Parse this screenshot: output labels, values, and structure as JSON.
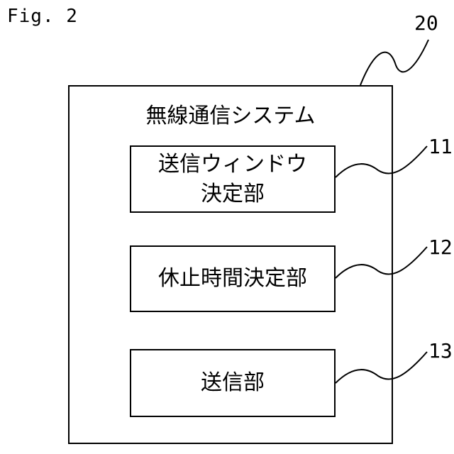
{
  "figure_label": "Fig. 2",
  "system": {
    "ref": "20",
    "title": "無線通信システム"
  },
  "units": [
    {
      "ref": "11",
      "lines": [
        "送信ウィンドウ",
        "決定部"
      ]
    },
    {
      "ref": "12",
      "lines": [
        "休止時間決定部"
      ]
    },
    {
      "ref": "13",
      "lines": [
        "送信部"
      ]
    }
  ]
}
